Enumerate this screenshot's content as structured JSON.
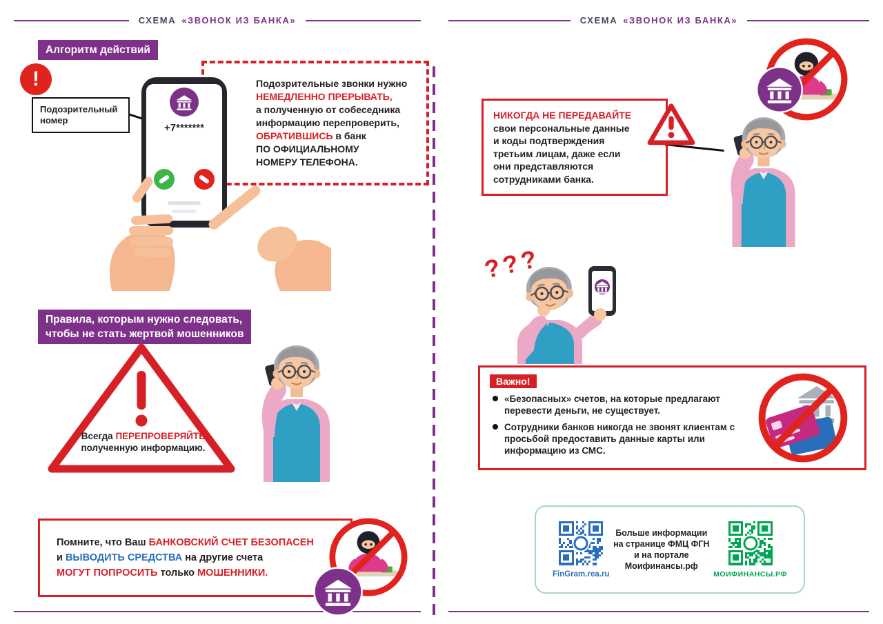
{
  "colors": {
    "purple": "#7e3189",
    "red": "#d71f26",
    "bright_red": "#e0231c",
    "blue": "#2a6ebb",
    "green": "#00a651",
    "dark": "#231f20",
    "vest_teal": "#2f9fc4",
    "shirt_pink": "#eba9c7"
  },
  "icons": {
    "alert": "!",
    "bank": "🏛",
    "prohibition": "🚫",
    "warning": "⚠",
    "phone_answer": "✆",
    "phone_decline": "✆",
    "qr": "▦"
  },
  "header": {
    "title_prefix": "СХЕМА",
    "title_main": "«ЗВОНОК ИЗ БАНКА»"
  },
  "left_page": {
    "badge_algorithm": "Алгоритм действий",
    "callout_suspicious": "Подозрительный\nномер",
    "phone": {
      "number": "+7*******"
    },
    "interrupt_segments": [
      {
        "t": "Подозрительные звонки нужно\n",
        "c": "dark"
      },
      {
        "t": "НЕМЕДЛЕННО ПРЕРЫВАТЬ,",
        "c": "red"
      },
      {
        "t": "\nа полученную от собеседника\nинформацию перепроверить,\n",
        "c": "dark"
      },
      {
        "t": "ОБРАТИВШИСЬ",
        "c": "red"
      },
      {
        "t": " в банк\nПО ОФИЦИАЛЬНОМУ\nНОМЕРУ ТЕЛЕФОНА.",
        "c": "dark"
      }
    ],
    "rules_badge": "Правила, которым нужно следовать,\nчтобы не стать жертвой мошенников",
    "triangle_segments": [
      {
        "t": "Всегда ",
        "c": "dark"
      },
      {
        "t": "ПЕРЕПРОВЕРЯЙТЕ",
        "c": "red"
      },
      {
        "t": "\nполученную информацию.",
        "c": "dark"
      }
    ],
    "reminder_segments": [
      {
        "t": "Помните, что Ваш ",
        "c": "dark"
      },
      {
        "t": "БАНКОВСКИЙ СЧЕТ БЕЗОПАСЕН",
        "c": "red"
      },
      {
        "t": "\nи ",
        "c": "dark"
      },
      {
        "t": "ВЫВОДИТЬ СРЕДСТВА",
        "c": "blue"
      },
      {
        "t": " на другие счета\n",
        "c": "dark"
      },
      {
        "t": "МОГУТ ПОПРОСИТЬ",
        "c": "red"
      },
      {
        "t": " только ",
        "c": "dark"
      },
      {
        "t": "МОШЕННИКИ.",
        "c": "red"
      }
    ]
  },
  "right_page": {
    "never_segments": [
      {
        "t": "НИКОГДА НЕ ПЕРЕДАВАЙТЕ",
        "c": "red"
      },
      {
        "t": "\nсвои персональные данные\nи коды подтверждения\nтретьим лицам, даже если\nони представляются\nсотрудниками банка.",
        "c": "dark"
      }
    ],
    "questions": "???",
    "important": {
      "badge": "Важно!",
      "bullets": [
        "«Безопасных» счетов, на которые предлагают перевести деньги, не существует.",
        "Сотрудники банков никогда не звонят клиентам с просьбой предоставить данные карты или информацию из СМС."
      ]
    },
    "info": {
      "text": "Больше информации\nна странице ФМЦ ФГН\nи на портале\nМоифинансы.рф",
      "qr_left_label": "FinGram.rea.ru",
      "qr_right_label": "МОИФИНАНСЫ.РФ"
    }
  }
}
